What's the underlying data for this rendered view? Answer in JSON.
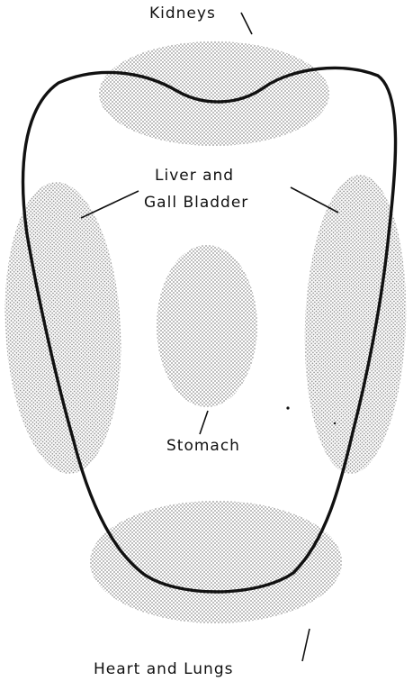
{
  "diagram": {
    "labels": {
      "kidneys": "Kidneys",
      "liver_line1": "Liver and",
      "liver_line2": "Gall Bladder",
      "stomach": "Stomach",
      "heart_lungs": "Heart and Lungs"
    },
    "colors": {
      "outline": "#111111",
      "stipple_dot": "#8a8a8a",
      "background": "#ffffff"
    },
    "zones": [
      "kidneys",
      "liver-gall-bladder-left",
      "liver-gall-bladder-right",
      "stomach",
      "heart-lungs"
    ]
  }
}
